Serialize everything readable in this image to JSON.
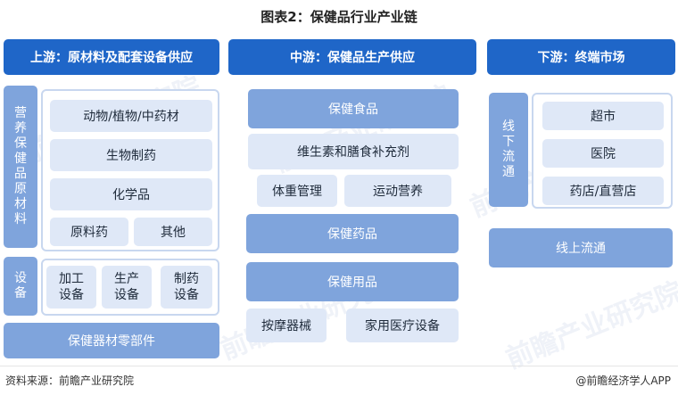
{
  "title": "图表2：保健品行业产业链",
  "upstream": {
    "header": "上游：原材料及配套设备供应",
    "raw_label": [
      "营",
      "养",
      "保",
      "健",
      "品",
      "原",
      "材",
      "料"
    ],
    "raw_items": [
      "动物/植物/中药材",
      "生物制药",
      "化学品"
    ],
    "raw_small": [
      "原料药",
      "其他"
    ],
    "equip_label": [
      "设",
      "备"
    ],
    "equip_items": [
      "加工\n设备",
      "生产\n设备",
      "制药\n设备"
    ],
    "parts": "保健器材零部件"
  },
  "midstream": {
    "header": "中游：保健品生产供应",
    "food_items": [
      "保健食品",
      "维生素和膳食补充剂"
    ],
    "food_small": [
      "体重管理",
      "运动营养"
    ],
    "drugs": "保健药品",
    "supplies": "保健用品",
    "supplies_small": [
      "按摩器械",
      "家用医疗设备"
    ]
  },
  "downstream": {
    "header": "下游：终端市场",
    "offline_label": [
      "线",
      "下",
      "流",
      "通"
    ],
    "offline_items": [
      "超市",
      "医院",
      "药店/直营店"
    ],
    "online": "线上流通"
  },
  "watermark": "前瞻产业研究院",
  "footer": {
    "source": "资料来源：前瞻产业研究院",
    "brand": "@前瞻经济学人APP"
  },
  "colors": {
    "header": "#1f66c8",
    "mid_box": "#7fa4dc",
    "light_box": "#dfe8f7"
  }
}
